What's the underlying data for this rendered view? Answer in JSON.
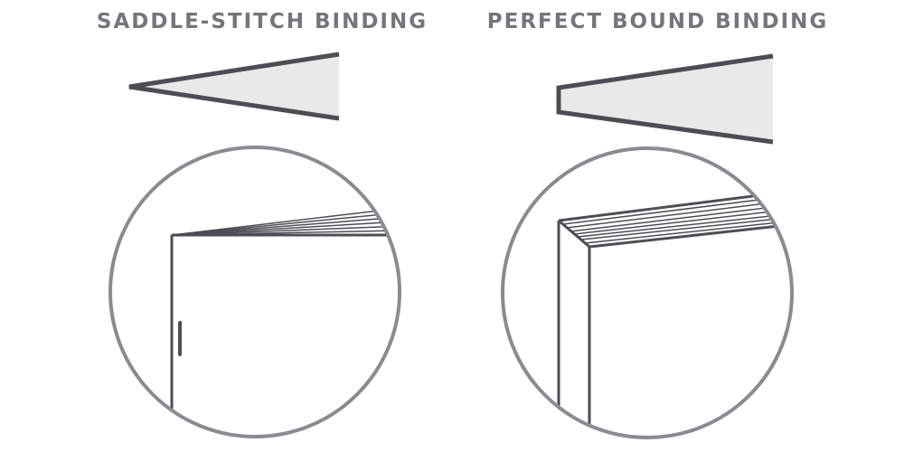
{
  "panels": [
    {
      "title": "SADDLE-STITCH BINDING",
      "icon": "saddle-stitch-wedge-and-closeup"
    },
    {
      "title": "PERFECT BOUND BINDING",
      "icon": "perfect-bound-wedge-and-closeup"
    }
  ],
  "colors": {
    "title_text": "#75767a",
    "wedge_outline": "#4d4e52",
    "wedge_fill": "#e9e9ea",
    "circle_outline": "#8a8b8f",
    "book_lines": "#4d4e52",
    "background": "#ffffff"
  }
}
